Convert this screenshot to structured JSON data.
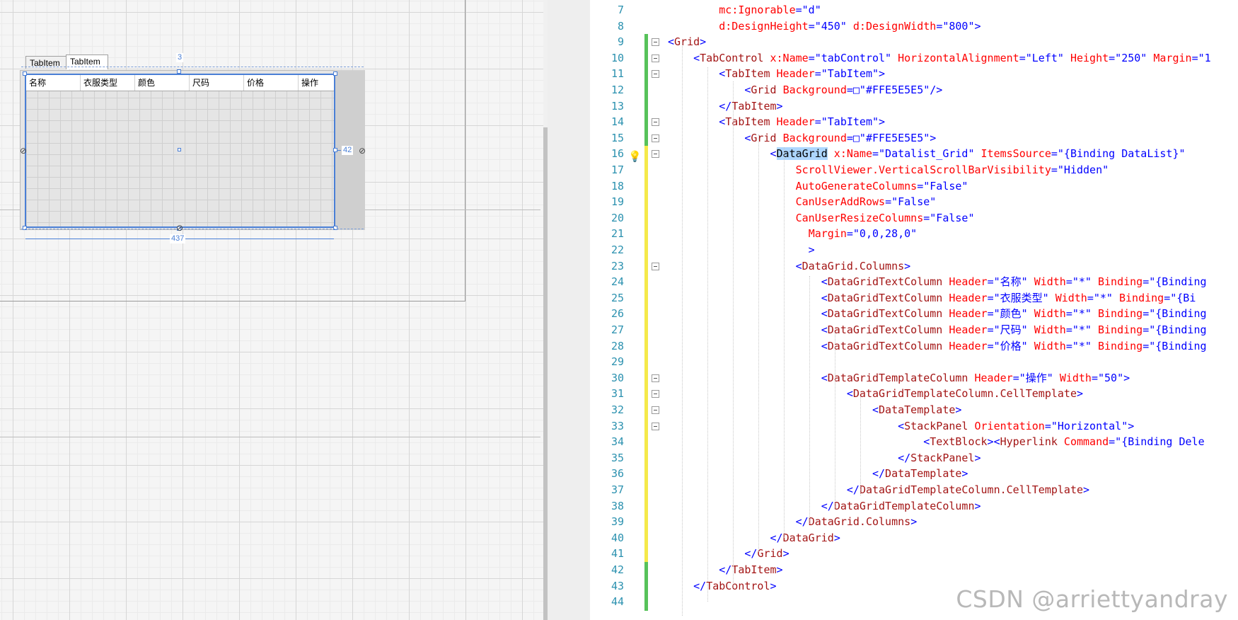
{
  "designer": {
    "tabs": [
      "TabItem",
      "TabItem"
    ],
    "columns": [
      "名称",
      "衣服类型",
      "颜色",
      "尺码",
      "价格",
      "操作"
    ],
    "dim_top": "3",
    "dim_right": "42",
    "dim_bottom": "437"
  },
  "editor": {
    "lines": [
      {
        "n": "7",
        "segs": [
          [
            "        ",
            ""
          ],
          [
            "mc",
            "a"
          ],
          [
            ":Ignorable",
            "a"
          ],
          [
            "=\"d\"",
            "v"
          ]
        ]
      },
      {
        "n": "8",
        "segs": [
          [
            "        ",
            ""
          ],
          [
            "d:DesignHeight",
            "a"
          ],
          [
            "=\"450\" ",
            "v"
          ],
          [
            "d:DesignWidth",
            "a"
          ],
          [
            "=\"800\">",
            "v"
          ]
        ]
      },
      {
        "n": "9",
        "segs": [
          [
            "<",
            "p"
          ],
          [
            "Grid",
            "t"
          ],
          [
            ">",
            "p"
          ]
        ]
      },
      {
        "n": "10",
        "segs": [
          [
            "    <",
            "p"
          ],
          [
            "TabControl ",
            "t"
          ],
          [
            "x:Name",
            "a"
          ],
          [
            "=\"tabControl\" ",
            "v"
          ],
          [
            "HorizontalAlignment",
            "a"
          ],
          [
            "=\"Left\" ",
            "v"
          ],
          [
            "Height",
            "a"
          ],
          [
            "=\"250\" ",
            "v"
          ],
          [
            "Margin",
            "a"
          ],
          [
            "=\"1",
            "v"
          ]
        ]
      },
      {
        "n": "11",
        "segs": [
          [
            "        <",
            "p"
          ],
          [
            "TabItem ",
            "t"
          ],
          [
            "Header",
            "a"
          ],
          [
            "=\"TabItem\">",
            "v"
          ]
        ]
      },
      {
        "n": "12",
        "segs": [
          [
            "            <",
            "p"
          ],
          [
            "Grid ",
            "t"
          ],
          [
            "Background",
            "a"
          ],
          [
            "=□\"#FFE5E5E5\"/>",
            "v"
          ]
        ]
      },
      {
        "n": "13",
        "segs": [
          [
            "        </",
            "p"
          ],
          [
            "TabItem",
            "t"
          ],
          [
            ">",
            "p"
          ]
        ]
      },
      {
        "n": "14",
        "segs": [
          [
            "        <",
            "p"
          ],
          [
            "TabItem ",
            "t"
          ],
          [
            "Header",
            "a"
          ],
          [
            "=\"TabItem\">",
            "v"
          ]
        ]
      },
      {
        "n": "15",
        "segs": [
          [
            "            <",
            "p"
          ],
          [
            "Grid ",
            "t"
          ],
          [
            "Background",
            "a"
          ],
          [
            "=□\"#FFE5E5E5\">",
            "v"
          ]
        ]
      },
      {
        "n": "16",
        "segs": [
          [
            "                <",
            "p"
          ],
          [
            "DataGrid",
            "sel"
          ],
          [
            " x:Name",
            "a"
          ],
          [
            "=\"Datalist_Grid\" ",
            "v"
          ],
          [
            "ItemsSource",
            "a"
          ],
          [
            "=\"{Binding DataList}\"",
            "v"
          ]
        ]
      },
      {
        "n": "17",
        "segs": [
          [
            "                    ",
            ""
          ],
          [
            "ScrollViewer.VerticalScrollBarVisibility",
            "a"
          ],
          [
            "=\"Hidden\"",
            "v"
          ]
        ]
      },
      {
        "n": "18",
        "segs": [
          [
            "                    ",
            ""
          ],
          [
            "AutoGenerateColumns",
            "a"
          ],
          [
            "=\"False\"",
            "v"
          ]
        ]
      },
      {
        "n": "19",
        "segs": [
          [
            "                    ",
            ""
          ],
          [
            "CanUserAddRows",
            "a"
          ],
          [
            "=\"False\"",
            "v"
          ]
        ]
      },
      {
        "n": "20",
        "segs": [
          [
            "                    ",
            ""
          ],
          [
            "CanUserResizeColumns",
            "a"
          ],
          [
            "=\"False\"",
            "v"
          ]
        ]
      },
      {
        "n": "21",
        "segs": [
          [
            "                      ",
            ""
          ],
          [
            "Margin",
            "a"
          ],
          [
            "=\"0,0,28,0\"",
            "v"
          ]
        ]
      },
      {
        "n": "22",
        "segs": [
          [
            "                      >",
            "p"
          ]
        ]
      },
      {
        "n": "23",
        "segs": [
          [
            "                    <",
            "p"
          ],
          [
            "DataGrid.Columns",
            "t"
          ],
          [
            ">",
            "p"
          ]
        ]
      },
      {
        "n": "24",
        "segs": [
          [
            "                        <",
            "p"
          ],
          [
            "DataGridTextColumn ",
            "t"
          ],
          [
            "Header",
            "a"
          ],
          [
            "=\"名称\" ",
            "v"
          ],
          [
            "Width",
            "a"
          ],
          [
            "=\"*\" ",
            "v"
          ],
          [
            "Binding",
            "a"
          ],
          [
            "=\"{Binding",
            "v"
          ]
        ]
      },
      {
        "n": "25",
        "segs": [
          [
            "                        <",
            "p"
          ],
          [
            "DataGridTextColumn ",
            "t"
          ],
          [
            "Header",
            "a"
          ],
          [
            "=\"衣服类型\" ",
            "v"
          ],
          [
            "Width",
            "a"
          ],
          [
            "=\"*\" ",
            "v"
          ],
          [
            "Binding",
            "a"
          ],
          [
            "=\"{Bi",
            "v"
          ]
        ]
      },
      {
        "n": "26",
        "segs": [
          [
            "                        <",
            "p"
          ],
          [
            "DataGridTextColumn ",
            "t"
          ],
          [
            "Header",
            "a"
          ],
          [
            "=\"颜色\" ",
            "v"
          ],
          [
            "Width",
            "a"
          ],
          [
            "=\"*\" ",
            "v"
          ],
          [
            "Binding",
            "a"
          ],
          [
            "=\"{Binding",
            "v"
          ]
        ]
      },
      {
        "n": "27",
        "segs": [
          [
            "                        <",
            "p"
          ],
          [
            "DataGridTextColumn ",
            "t"
          ],
          [
            "Header",
            "a"
          ],
          [
            "=\"尺码\" ",
            "v"
          ],
          [
            "Width",
            "a"
          ],
          [
            "=\"*\" ",
            "v"
          ],
          [
            "Binding",
            "a"
          ],
          [
            "=\"{Binding",
            "v"
          ]
        ]
      },
      {
        "n": "28",
        "segs": [
          [
            "                        <",
            "p"
          ],
          [
            "DataGridTextColumn ",
            "t"
          ],
          [
            "Header",
            "a"
          ],
          [
            "=\"价格\" ",
            "v"
          ],
          [
            "Width",
            "a"
          ],
          [
            "=\"*\" ",
            "v"
          ],
          [
            "Binding",
            "a"
          ],
          [
            "=\"{Binding",
            "v"
          ]
        ]
      },
      {
        "n": "29",
        "segs": []
      },
      {
        "n": "30",
        "segs": [
          [
            "                        <",
            "p"
          ],
          [
            "DataGridTemplateColumn ",
            "t"
          ],
          [
            "Header",
            "a"
          ],
          [
            "=\"操作\" ",
            "v"
          ],
          [
            "Width",
            "a"
          ],
          [
            "=\"50\">",
            "v"
          ]
        ]
      },
      {
        "n": "31",
        "segs": [
          [
            "                            <",
            "p"
          ],
          [
            "DataGridTemplateColumn.CellTemplate",
            "t"
          ],
          [
            ">",
            "p"
          ]
        ]
      },
      {
        "n": "32",
        "segs": [
          [
            "                                <",
            "p"
          ],
          [
            "DataTemplate",
            "t"
          ],
          [
            ">",
            "p"
          ]
        ]
      },
      {
        "n": "33",
        "segs": [
          [
            "                                    <",
            "p"
          ],
          [
            "StackPanel ",
            "t"
          ],
          [
            "Orientation",
            "a"
          ],
          [
            "=\"Horizontal\">",
            "v"
          ]
        ]
      },
      {
        "n": "34",
        "segs": [
          [
            "                                        <",
            "p"
          ],
          [
            "TextBlock",
            "t"
          ],
          [
            "><",
            "p"
          ],
          [
            "Hyperlink ",
            "t"
          ],
          [
            "Command",
            "a"
          ],
          [
            "=\"{Binding Dele",
            "v"
          ]
        ]
      },
      {
        "n": "35",
        "segs": [
          [
            "                                    </",
            "p"
          ],
          [
            "StackPanel",
            "t"
          ],
          [
            ">",
            "p"
          ]
        ]
      },
      {
        "n": "36",
        "segs": [
          [
            "                                </",
            "p"
          ],
          [
            "DataTemplate",
            "t"
          ],
          [
            ">",
            "p"
          ]
        ]
      },
      {
        "n": "37",
        "segs": [
          [
            "                            </",
            "p"
          ],
          [
            "DataGridTemplateColumn.CellTemplate",
            "t"
          ],
          [
            ">",
            "p"
          ]
        ]
      },
      {
        "n": "38",
        "segs": [
          [
            "                        </",
            "p"
          ],
          [
            "DataGridTemplateColumn",
            "t"
          ],
          [
            ">",
            "p"
          ]
        ]
      },
      {
        "n": "39",
        "segs": [
          [
            "                    </",
            "p"
          ],
          [
            "DataGrid.Columns",
            "t"
          ],
          [
            ">",
            "p"
          ]
        ]
      },
      {
        "n": "40",
        "segs": [
          [
            "                </",
            "p"
          ],
          [
            "DataGrid",
            "t"
          ],
          [
            ">",
            "p"
          ]
        ]
      },
      {
        "n": "41",
        "segs": [
          [
            "            </",
            "p"
          ],
          [
            "Grid",
            "t"
          ],
          [
            ">",
            "p"
          ]
        ]
      },
      {
        "n": "42",
        "segs": [
          [
            "        </",
            "p"
          ],
          [
            "TabItem",
            "t"
          ],
          [
            ">",
            "p"
          ]
        ]
      },
      {
        "n": "43",
        "segs": [
          [
            "    </",
            "p"
          ],
          [
            "TabControl",
            "t"
          ],
          [
            ">",
            "p"
          ]
        ]
      },
      {
        "n": "44",
        "segs": []
      }
    ],
    "watermark": "CSDN @arriettyandray"
  },
  "colors": {
    "change_green": "#57c25a",
    "change_yellow": "#f5e94a",
    "selection": "#4a7fd6"
  }
}
